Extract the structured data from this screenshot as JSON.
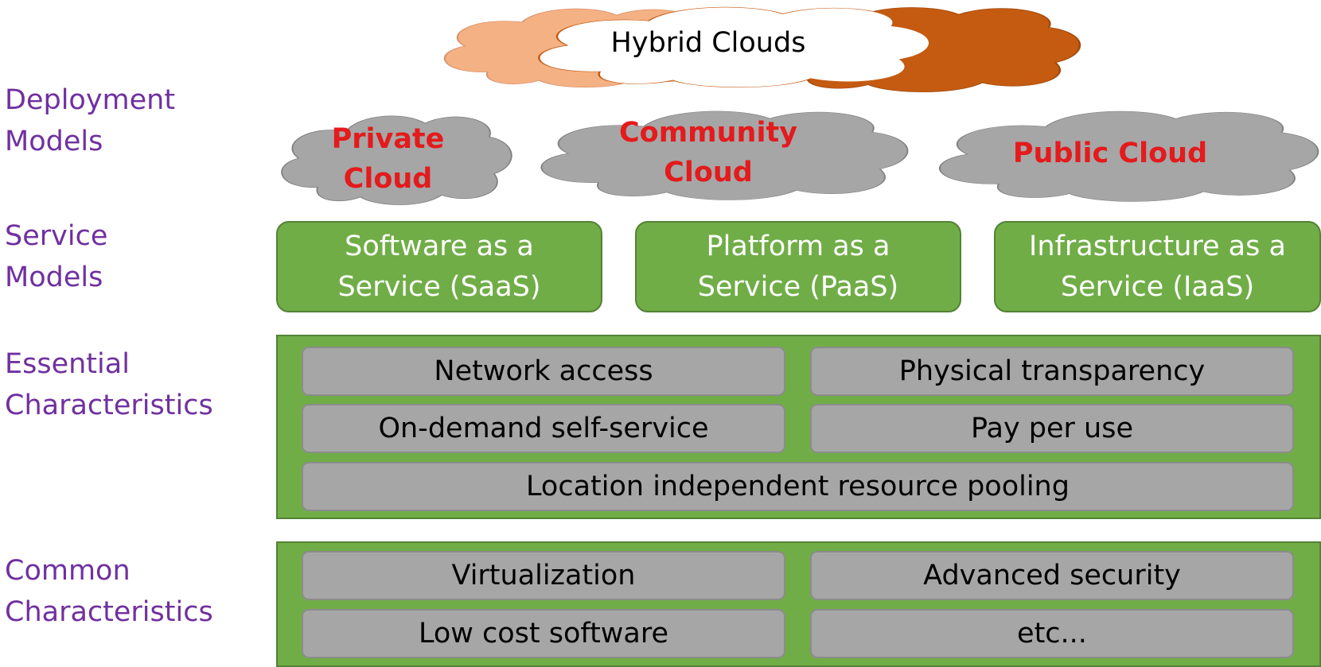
{
  "row_labels": {
    "deployment": "Deployment\nModels",
    "service": "Service\nModels",
    "essential": "Essential\nCharacteristics",
    "common": "Common\nCharacteristics"
  },
  "deployment_models": {
    "hybrid": "Hybrid Clouds",
    "private": "Private\nCloud",
    "community": "Community\nCloud",
    "public": "Public Cloud"
  },
  "service_models": [
    "Software as a\nService (SaaS)",
    "Platform as a\nService (PaaS)",
    "Infrastructure as a\nService (IaaS)"
  ],
  "essential_characteristics": {
    "network_access": "Network access",
    "physical_transparency": "Physical transparency",
    "on_demand": "On-demand self-service",
    "pay_per_use": "Pay per use",
    "resource_pooling": "Location independent resource pooling"
  },
  "common_characteristics": {
    "virtualization": "Virtualization",
    "advanced_security": "Advanced security",
    "low_cost_software": "Low cost software",
    "etc": "etc..."
  },
  "colors": {
    "label_purple": "#7030a0",
    "cloud_red_text": "#e41a1c",
    "cloud_gray": "#a6a6a6",
    "box_green": "#70ad47",
    "hybrid_peach": "#f4b183",
    "hybrid_orange": "#c55a11"
  }
}
